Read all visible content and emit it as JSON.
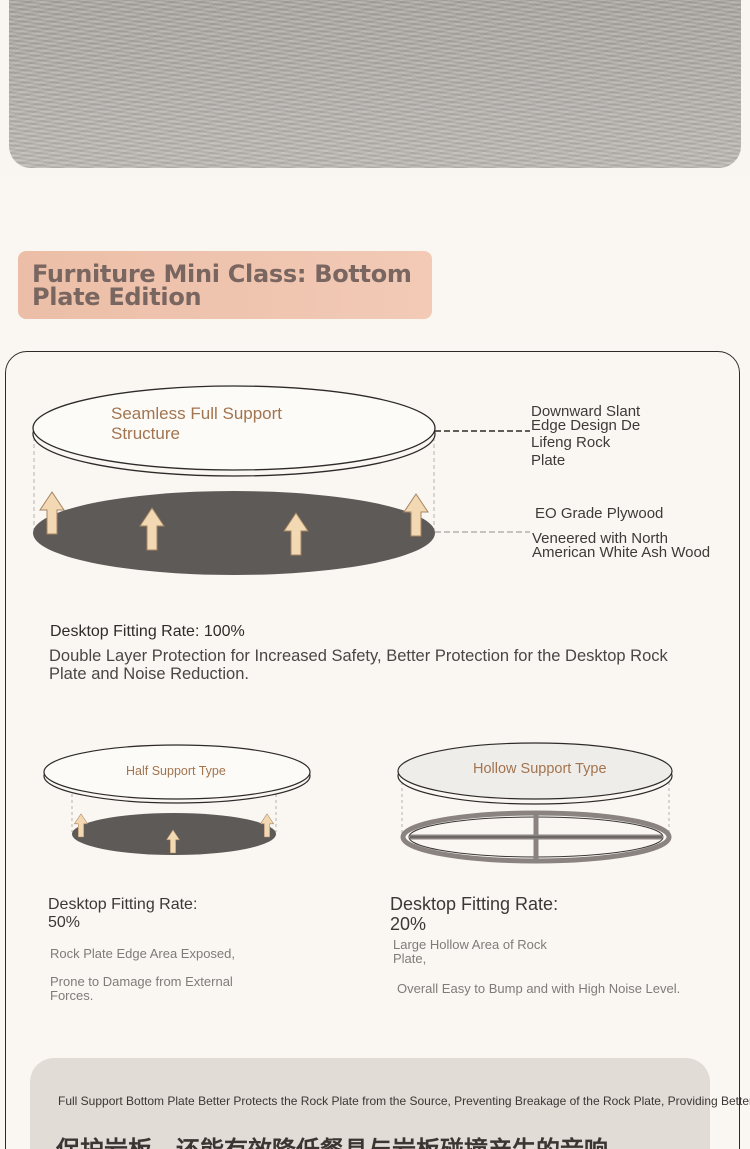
{
  "header": {
    "title": "Furniture Mini Class: Bottom Plate Edition"
  },
  "full_support": {
    "label": "Seamless Full Support Structure",
    "callout_top": "Downward Slant Edge Design De Lifeng Rock Plate",
    "callout_top_lines": [
      "Downward Slant",
      "Edge Design De",
      "Lifeng Rock",
      "Plate"
    ],
    "callout_bottom_line1": "EO Grade Plywood",
    "callout_bottom_line2": "Veneered with North",
    "callout_bottom_line3": "American White Ash Wood",
    "rate": "Desktop Fitting Rate: 100%",
    "description": "Double Layer Protection for Increased Safety, Better Protection for the Desktop Rock Plate and Noise Reduction."
  },
  "half_support": {
    "label": "Half Support Type",
    "rate": "Desktop Fitting Rate: 50%",
    "desc_line1": "Rock Plate Edge Area Exposed,",
    "desc_line2": "Prone to Damage from External Forces."
  },
  "hollow_support": {
    "label": "Hollow Support Type",
    "rate": "Desktop Fitting Rate: 20%",
    "desc_line1": "Large Hollow Area of Rock Plate,",
    "desc_line2": "Overall Easy to Bump and with High Noise Level."
  },
  "bottom": {
    "line1": "Full Support Bottom Plate Better Protects the Rock Plate from the Source, Preventing Breakage of the Rock Plate, Providing Better",
    "line2": "保护岩板，还能有效降低餐具与岩板碰撞产生的音响"
  },
  "colors": {
    "accent_brown": "#a2744f",
    "badge_bg": "#ecbea7",
    "plate_dark": "#5e5a58",
    "arrow_fill": "#f2d9b4",
    "panel_bg": "#e2dcd7"
  }
}
